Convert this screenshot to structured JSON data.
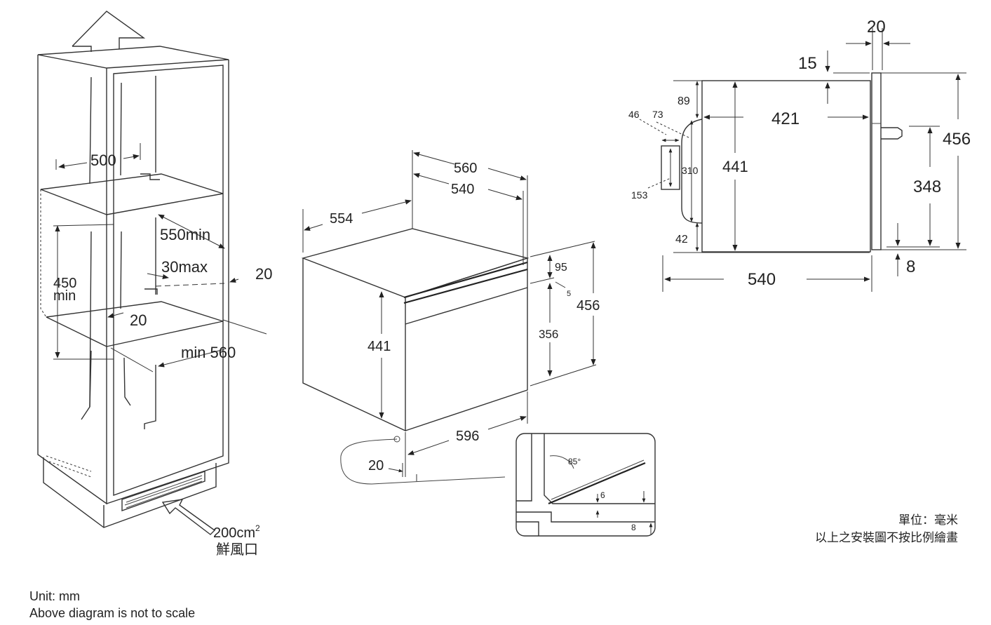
{
  "cabinet_diagram": {
    "dim_width": "500",
    "dim_depth_min": "550min",
    "dim_gap_max": "30max",
    "dim_gap_right": "20",
    "dim_height_line1": "450",
    "dim_height_line2": "min",
    "dim_shelf_gap": "20",
    "dim_depth_bottom": "min 560",
    "vent_area_value": "200cm",
    "vent_area_sup": "2",
    "vent_label": "鮮風口"
  },
  "appliance_3d": {
    "dim_width_outer": "560",
    "dim_width_inner": "540",
    "dim_depth": "554",
    "dim_front_top": "95",
    "dim_front_gap": "5",
    "dim_total_height": "456",
    "dim_door_height": "356",
    "dim_body_height": "441",
    "dim_front_width": "596",
    "dim_door_gap": "20"
  },
  "detail_inset": {
    "angle": "85°",
    "dim_a": "6",
    "dim_b": "8"
  },
  "side_view": {
    "dim_panel": "20",
    "dim_top_offset": "15",
    "dim_top": "89",
    "dim_handle_a": "46",
    "dim_handle_b": "73",
    "dim_depth_inner": "421",
    "dim_total_height": "456",
    "dim_handle_h": "310",
    "dim_body_h": "441",
    "dim_knob_h": "348",
    "dim_handle_w": "153",
    "dim_bottom": "42",
    "dim_base": "8",
    "dim_depth": "540"
  },
  "notes": {
    "unit_cn": "單位：毫米",
    "scale_cn": "以上之安裝圖不按比例繪畫",
    "unit_en": "Unit: mm",
    "scale_en": "Above diagram is not to scale"
  }
}
